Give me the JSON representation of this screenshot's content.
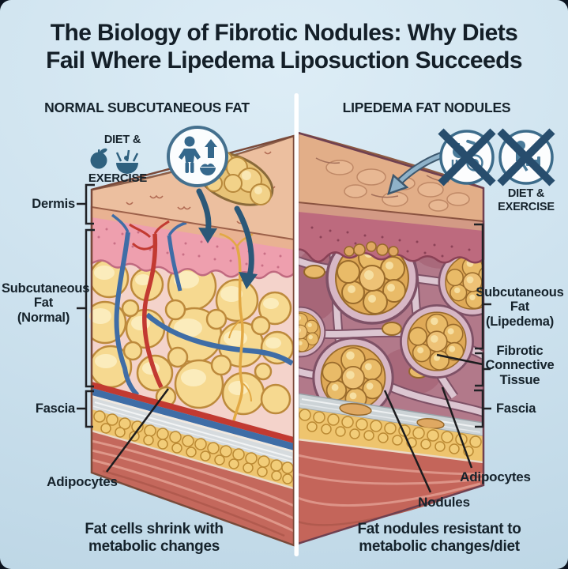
{
  "title": {
    "line1": "The Biology of Fibrotic Nodules: Why Diets",
    "line2": "Fail Where Lipedema Liposuction Succeeds"
  },
  "left_panel": {
    "header": "NORMAL SUBCUTANEOUS FAT",
    "diet_exercise": {
      "line1": "DIET &",
      "line2": "EXERCISE"
    },
    "labels": {
      "dermis": "Dermis",
      "subcutaneous_fat_line1": "Subcutaneous",
      "subcutaneous_fat_line2": "Fat",
      "subcutaneous_fat_line3": "(Normal)",
      "fascia": "Fascia",
      "adipocytes": "Adipocytes"
    },
    "caption_line1": "Fat cells shrink with",
    "caption_line2": "metabolic changes"
  },
  "right_panel": {
    "header": "LIPEDEMA FAT NODULES",
    "diet_exercise": {
      "line1": "DIET &",
      "line2": "EXERCISE"
    },
    "labels": {
      "subcutaneous_fat_line1": "Subcutaneous",
      "subcutaneous_fat_line2": "Fat",
      "subcutaneous_fat_line3": "(Lipedema)",
      "fibrotic_line1": "Fibrotic",
      "fibrotic_line2": "Connective",
      "fibrotic_line3": "Tissue",
      "fascia": "Fascia",
      "adipocytes": "Adipocytes",
      "nodules": "Nodules"
    },
    "caption_line1": "Fat nodules resistant to",
    "caption_line2": "metabolic changes/diet"
  },
  "icons": {
    "left": [
      "apple-icon",
      "salad-icon",
      "person-scale-icon",
      "up-arrow-icon",
      "portion-bowl-icon",
      "curved-arrow-down-icon"
    ],
    "right": [
      "crossed-out-diet-icon",
      "crossed-out-exercise-icon",
      "gray-arrow-down-icon"
    ]
  },
  "colors": {
    "background_blue": "#cfe3ef",
    "title_text": "#141f28",
    "icon_teal": "#35688c",
    "cross_navy": "#274d6d",
    "arrow_blue": "#2b5878",
    "skin_peach": "#ecbf9f",
    "dermis_pink": "#ee9fae",
    "dermis_lipedema": "#bd6a7e",
    "fat_yellow": "#f6d990",
    "nodule_gold": "#e9bb68",
    "fibrotic_mauve": "#d7b7c5",
    "vessel_red": "#c23a31",
    "vessel_blue": "#3f6da6",
    "nerve_yellow": "#e2a945",
    "fascia_gray": "#d6dbde",
    "muscle_red": "#c4685c",
    "divider_white": "#ffffff"
  }
}
